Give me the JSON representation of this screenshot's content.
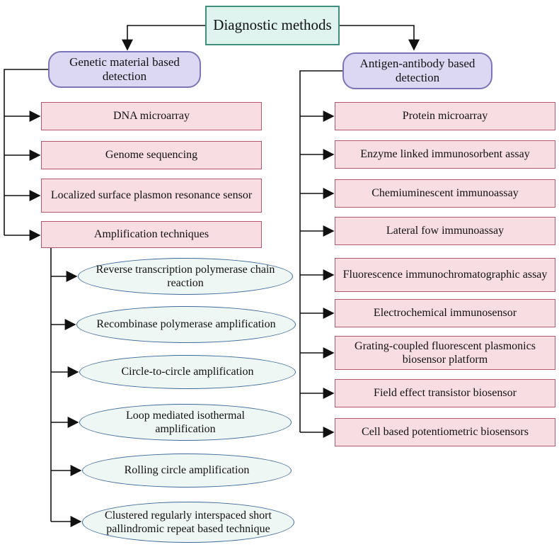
{
  "root": {
    "label": "Diagnostic methods"
  },
  "genetic": {
    "label": "Genetic material based detection",
    "items": [
      "DNA microarray",
      "Genome sequencing",
      "Localized surface plasmon resonance sensor",
      "Amplification techniques"
    ],
    "amplification": [
      "Reverse transcription polymerase chain reaction",
      "Recombinase polymerase amplification",
      "Circle-to-circle amplification",
      "Loop mediated isothermal amplification",
      "Rolling circle amplification",
      "Clustered regularly interspaced short pallindromic repeat based technique"
    ]
  },
  "antigen": {
    "label": "Antigen-antibody based detection",
    "items": [
      "Protein microarray",
      "Enzyme linked immunosorbent assay",
      "Chemiuminescent immunoassay",
      "Lateral fow immunoassay",
      "Fluorescence immunochromatographic assay",
      "Electrochemical immunosensor",
      "Grating-coupled fluorescent plasmonics biosensor platform",
      "Field effect transistor biosensor",
      "Cell based potentiometric biosensors"
    ]
  }
}
